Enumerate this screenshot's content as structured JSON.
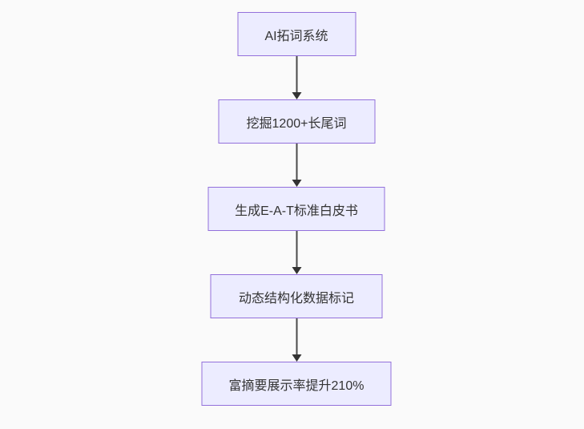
{
  "diagram": {
    "type": "flowchart",
    "direction": "top-down",
    "nodes": [
      {
        "id": "node-1",
        "label": "AI拓词系统"
      },
      {
        "id": "node-2",
        "label": "挖掘1200+长尾词"
      },
      {
        "id": "node-3",
        "label": "生成E-A-T标准白皮书"
      },
      {
        "id": "node-4",
        "label": "动态结构化数据标记"
      },
      {
        "id": "node-5",
        "label": "富摘要展示率提升210%"
      }
    ],
    "edges": [
      {
        "from": "node-1",
        "to": "node-2",
        "arrow": "down"
      },
      {
        "from": "node-2",
        "to": "node-3",
        "arrow": "down"
      },
      {
        "from": "node-3",
        "to": "node-4",
        "arrow": "down"
      },
      {
        "from": "node-4",
        "to": "node-5",
        "arrow": "down"
      }
    ],
    "colors": {
      "node_fill": "#ECECFF",
      "node_border": "#9370DB",
      "node_text": "#333333",
      "arrow": "#333333",
      "background": "#fafafa"
    }
  }
}
